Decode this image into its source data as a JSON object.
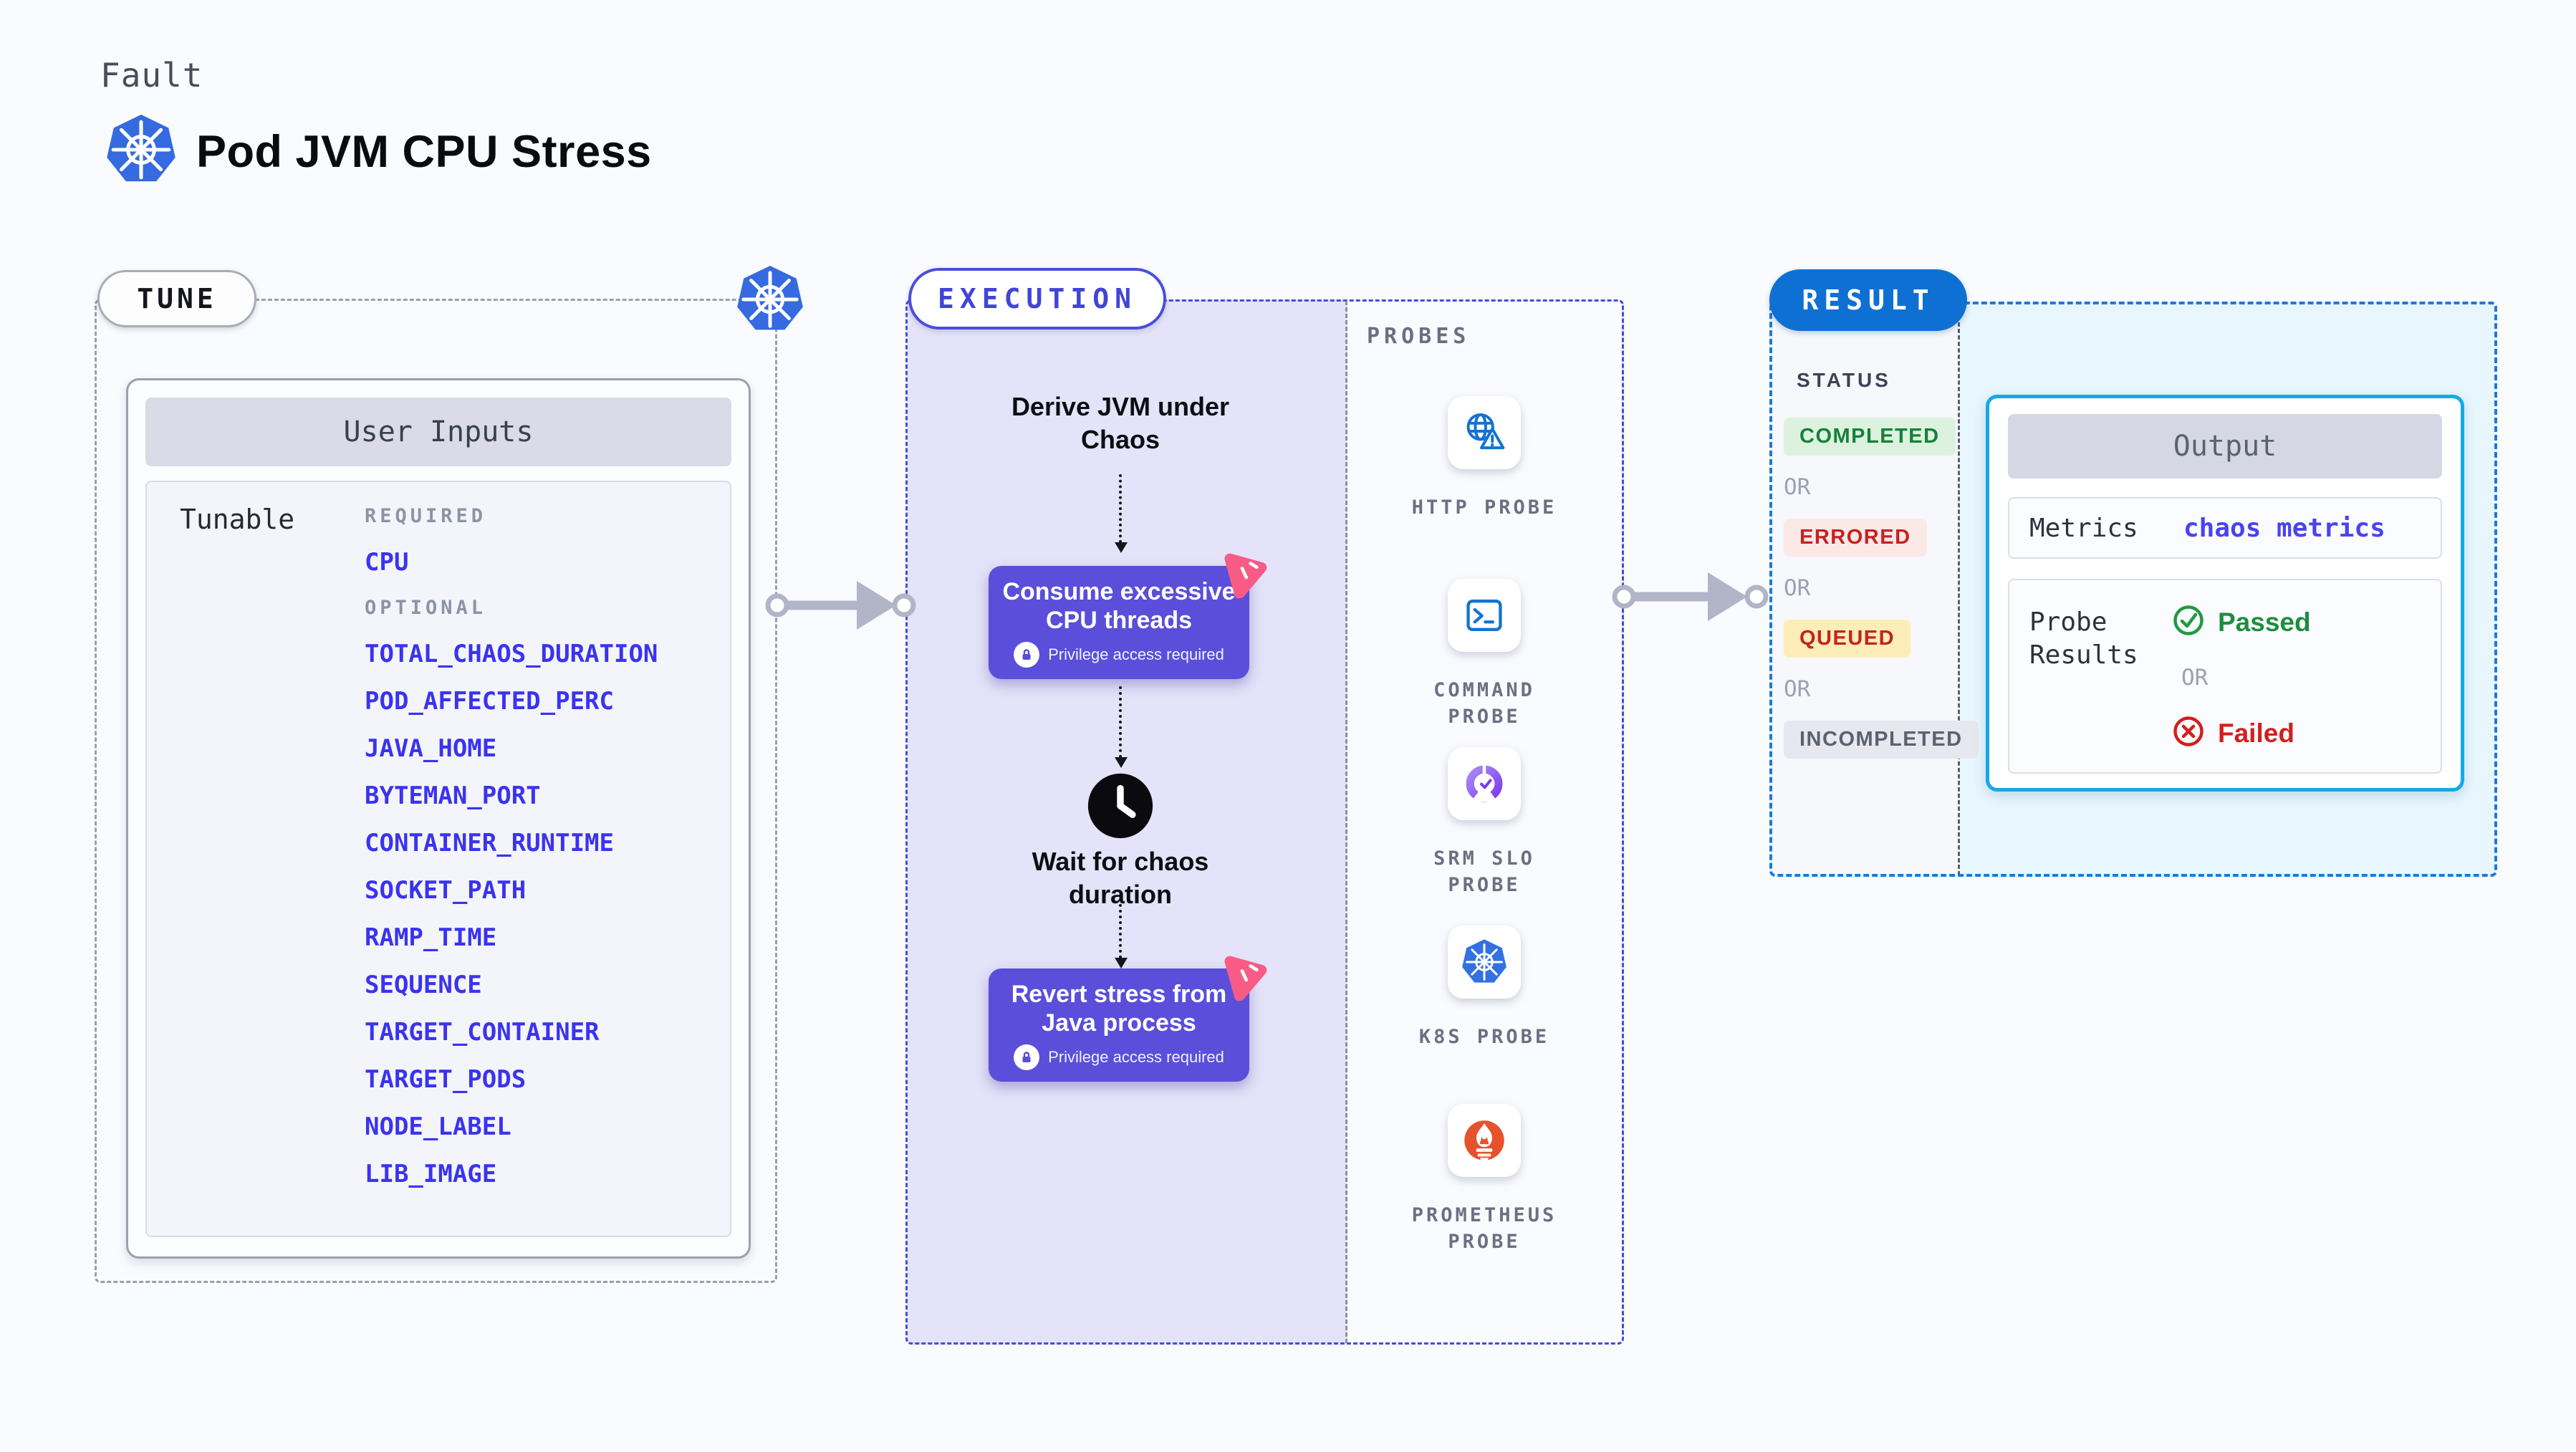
{
  "header": {
    "eyebrow": "Fault",
    "title": "Pod JVM CPU Stress"
  },
  "tune": {
    "badge": "TUNE",
    "panel_title": "User Inputs",
    "row_label": "Tunable",
    "groups": [
      {
        "label": "REQUIRED",
        "items": [
          "CPU"
        ]
      },
      {
        "label": "OPTIONAL",
        "items": [
          "TOTAL_CHAOS_DURATION",
          "POD_AFFECTED_PERC",
          "JAVA_HOME",
          "BYTEMAN_PORT",
          "CONTAINER_RUNTIME",
          "SOCKET_PATH",
          "RAMP_TIME",
          "SEQUENCE",
          "TARGET_CONTAINER",
          "TARGET_PODS",
          "NODE_LABEL",
          "LIB_IMAGE"
        ]
      }
    ]
  },
  "execution": {
    "badge": "EXECUTION",
    "step1": "Derive JVM under Chaos",
    "box1": "Consume excessive CPU threads",
    "privilege_note": "Privilege access required",
    "wait_step": "Wait for chaos duration",
    "box2": "Revert stress from Java process"
  },
  "probes": {
    "label": "PROBES",
    "items": [
      {
        "name": "HTTP PROBE",
        "icon": "globe-alert-icon"
      },
      {
        "name": "COMMAND PROBE",
        "icon": "terminal-icon"
      },
      {
        "name": "SRM SLO PROBE",
        "icon": "slo-gauge-icon"
      },
      {
        "name": "K8S PROBE",
        "icon": "kubernetes-icon"
      },
      {
        "name": "PROMETHEUS PROBE",
        "icon": "prometheus-icon"
      }
    ]
  },
  "result": {
    "badge": "RESULT",
    "status_label": "STATUS",
    "separator": "OR",
    "statuses": [
      {
        "label": "COMPLETED",
        "fg": "#168039",
        "bg": "#dcf2df"
      },
      {
        "label": "ERRORED",
        "fg": "#c5221f",
        "bg": "#fbe9e8"
      },
      {
        "label": "QUEUED",
        "fg": "#c5221f",
        "bg": "#fdeeb7"
      },
      {
        "label": "INCOMPLETED",
        "fg": "#5b6170",
        "bg": "#e7e8ef"
      }
    ],
    "output": {
      "title": "Output",
      "metrics_label": "Metrics",
      "metrics_value": "chaos metrics",
      "probe_results_label": "Probe Results",
      "passed": "Passed",
      "or": "OR",
      "failed": "Failed"
    }
  },
  "colors": {
    "accent_indigo": "#4a4edb",
    "accent_blue": "#0f70d3",
    "accent_cyan": "#16a9e9",
    "box_purple": "#5a4edb",
    "passed_green": "#1e8e3e",
    "failed_red": "#d21f1f",
    "kubernetes_blue": "#356ae0",
    "probe_icon_blue": "#1273d2",
    "prometheus_orange": "#e6522c",
    "chaos_pink": "#f85c86"
  }
}
